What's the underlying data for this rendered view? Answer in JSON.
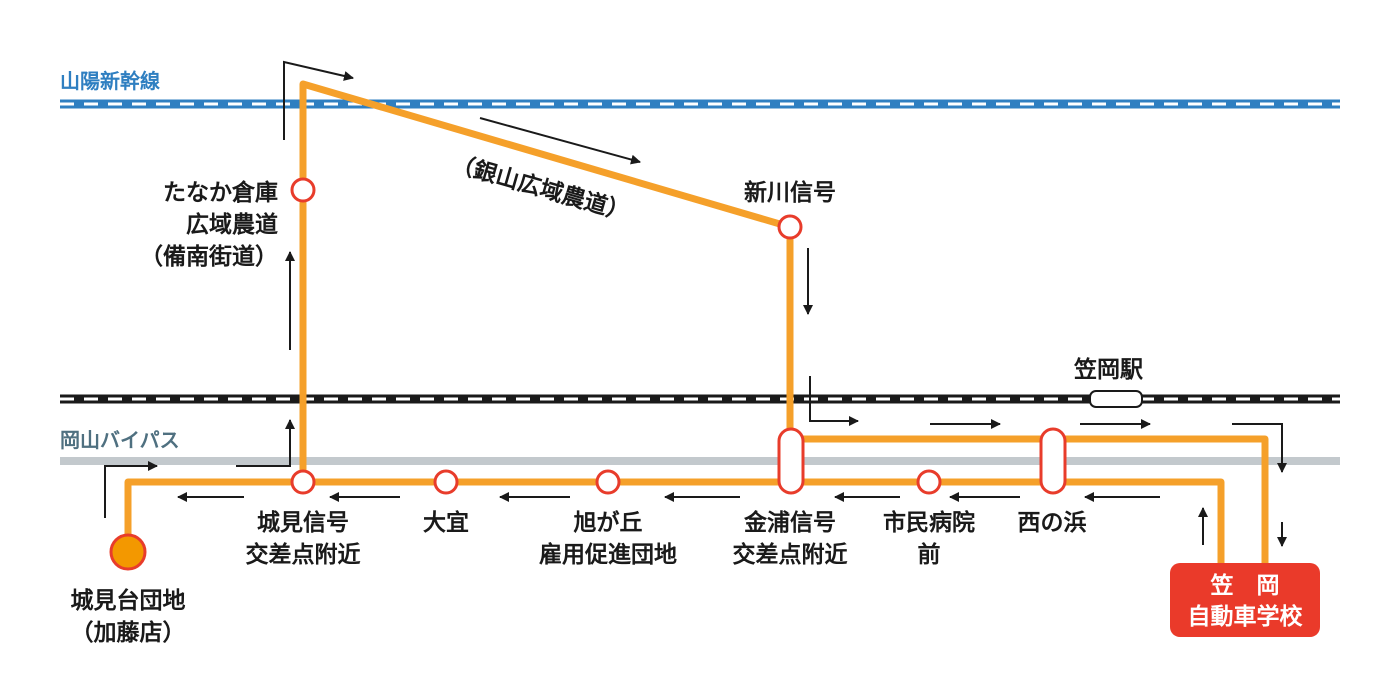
{
  "lines": {
    "shinkansen": "山陽新幹線",
    "bypass": "岡山バイパス",
    "jr_station": "笠岡駅"
  },
  "colors": {
    "route": "#f5a02a",
    "stop_ring": "#e83c2b",
    "shinkansen": "#2f7fc1",
    "railway": "#1a1a1a",
    "bypass": "#c3c9cd",
    "school": "#ea3a2a",
    "origin": "#f39800"
  },
  "road": {
    "name_line1": "（銀山広域農道）"
  },
  "stops": {
    "origin": {
      "line1": "城見台団地",
      "line2": "（加藤店）"
    },
    "shiromi": {
      "line1": "城見信号",
      "line2": "交差点附近"
    },
    "oogi": {
      "line1": "大宜"
    },
    "asahigaoka": {
      "line1": "旭が丘",
      "line2": "雇用促進団地"
    },
    "kanaura": {
      "line1": "金浦信号",
      "line2": "交差点附近"
    },
    "shimin": {
      "line1": "市民病院",
      "line2": "前"
    },
    "nishinohama": {
      "line1": "西の浜"
    },
    "tanaka": {
      "line1": "たなか倉庫",
      "line2": "広域農道",
      "line3": "（備南街道）"
    },
    "shinkawa": {
      "line1": "新川信号"
    }
  },
  "school": {
    "line1": "笠　岡",
    "line2": "自動車学校"
  }
}
